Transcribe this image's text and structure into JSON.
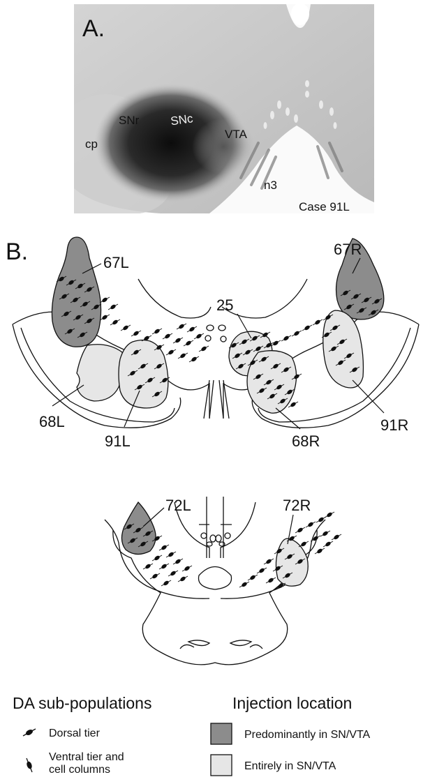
{
  "panel_a": {
    "letter": "A.",
    "labels": {
      "snr": "SNr",
      "snc": "SNc",
      "vta": "VTA",
      "cp": "cp",
      "n3": "n3",
      "case": "Case 91L"
    }
  },
  "panel_b": {
    "letter": "B.",
    "injection_labels": {
      "l67": "67L",
      "r67": "67R",
      "s25": "25",
      "l68": "68L",
      "l91": "91L",
      "r91": "91R",
      "r68": "68R",
      "l72": "72L",
      "r72": "72R"
    }
  },
  "legend": {
    "da_title": "DA sub-populations",
    "dorsal": "Dorsal tier",
    "ventral_line1": "Ventral tier and",
    "ventral_line2": "cell columns",
    "injection_title": "Injection location",
    "predominant": "Predominantly in SN/VTA",
    "entirely": "Entirely in SN/VTA",
    "colors": {
      "predominant_fill": "#8c8c8c",
      "entirely_fill": "#e6e6e6"
    }
  }
}
